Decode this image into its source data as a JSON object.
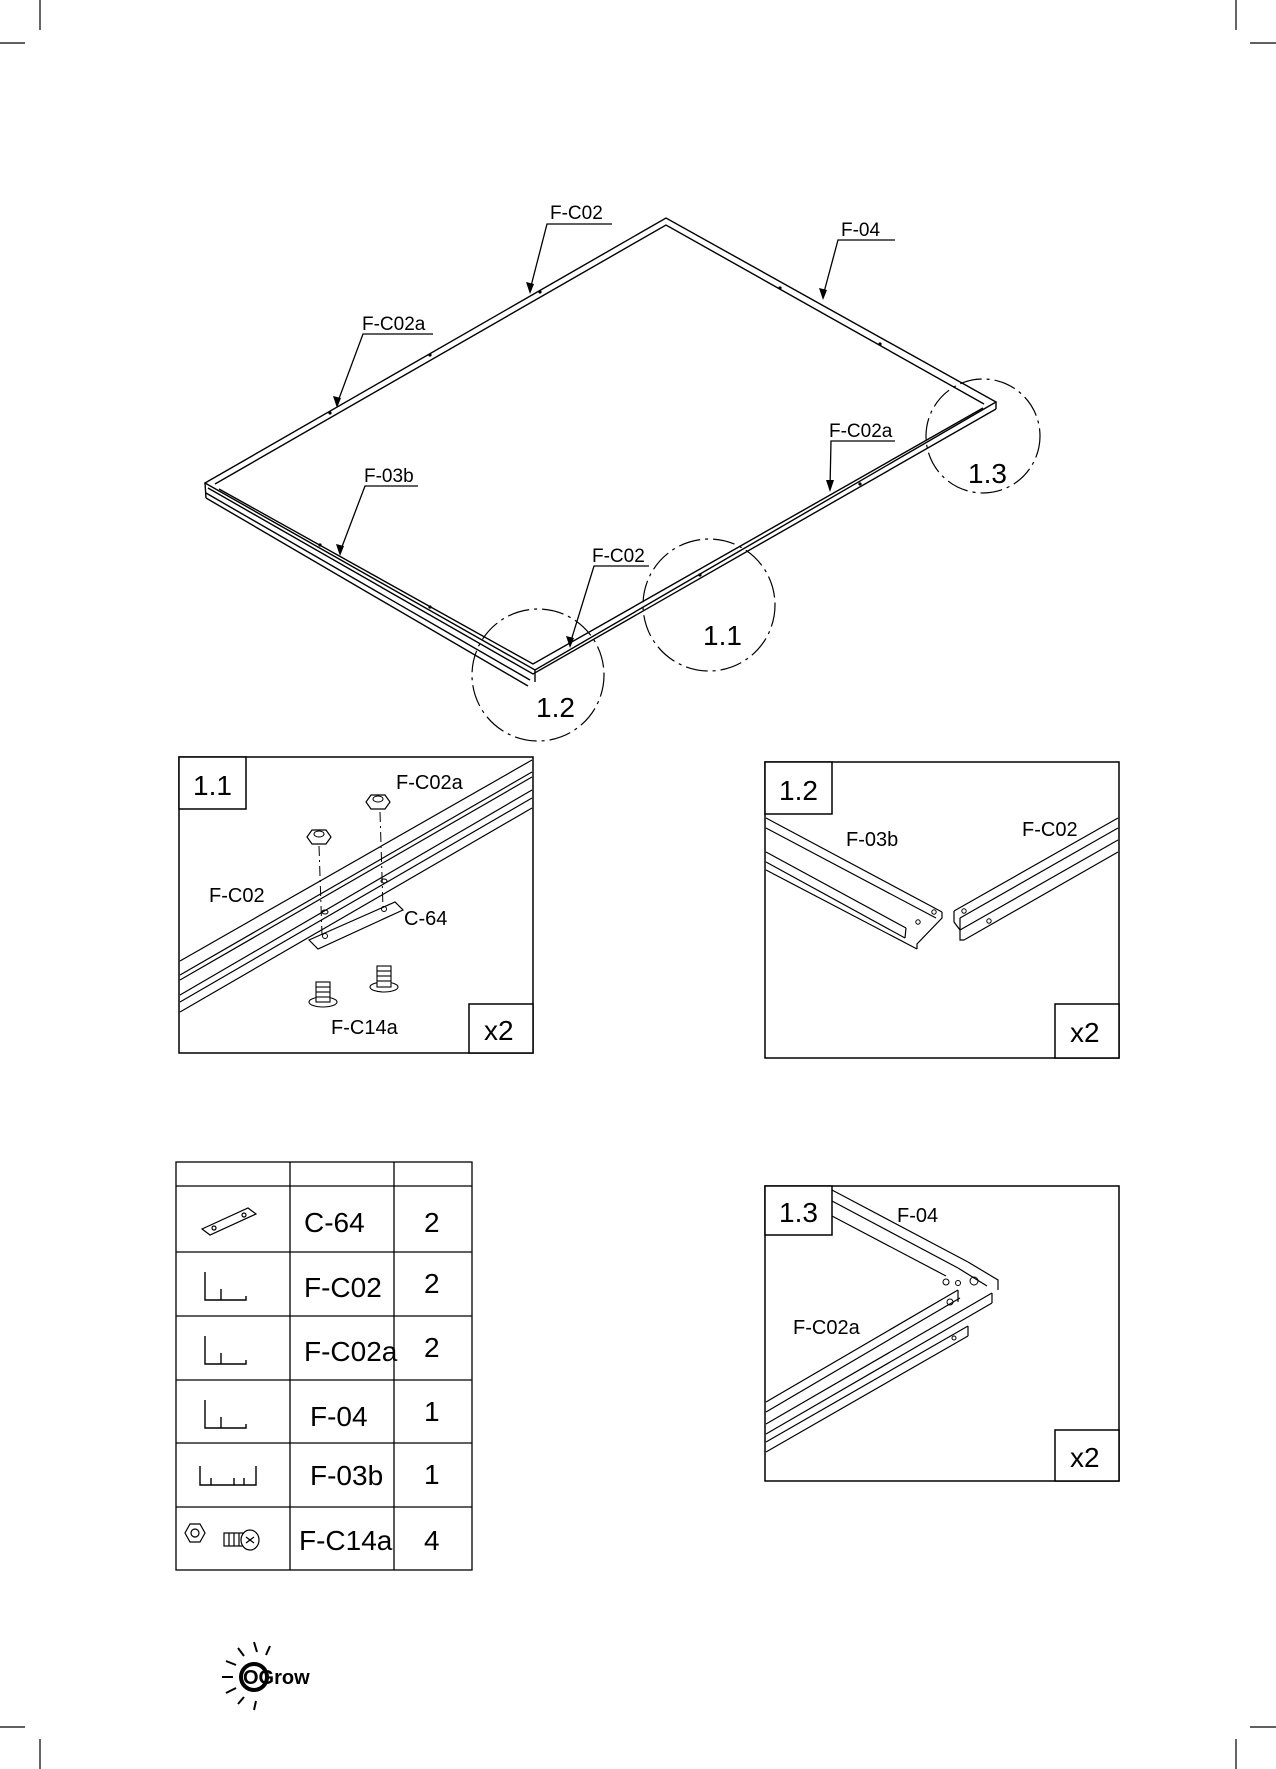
{
  "overview": {
    "parts": [
      {
        "code": "F-C02"
      },
      {
        "code": "F-04"
      },
      {
        "code": "F-C02a"
      },
      {
        "code": "F-C02a"
      },
      {
        "code": "F-03b"
      },
      {
        "code": "F-C02"
      }
    ],
    "callouts": [
      "1.3",
      "1.1",
      "1.2"
    ]
  },
  "details": [
    {
      "id": "1.1",
      "qty": "x2",
      "parts": [
        "F-C02a",
        "F-C02",
        "C-64",
        "F-C14a"
      ]
    },
    {
      "id": "1.2",
      "qty": "x2",
      "parts": [
        "F-03b",
        "F-C02"
      ]
    },
    {
      "id": "1.3",
      "qty": "x2",
      "parts": [
        "F-04",
        "F-C02a"
      ]
    }
  ],
  "parts_table": {
    "rows": [
      {
        "icon": "plate-icon",
        "code": "C-64",
        "qty": "2"
      },
      {
        "icon": "profile-icon",
        "code": "F-C02",
        "qty": "2"
      },
      {
        "icon": "profile-icon",
        "code": "F-C02a",
        "qty": "2"
      },
      {
        "icon": "profile-icon",
        "code": "F-04",
        "qty": "1"
      },
      {
        "icon": "long-profile-icon",
        "code": "F-03b",
        "qty": "1"
      },
      {
        "icon": "nut-and-bolt-icon",
        "code": "F-C14a",
        "qty": "4"
      }
    ]
  },
  "brand": {
    "logo_text": "OGrow"
  }
}
